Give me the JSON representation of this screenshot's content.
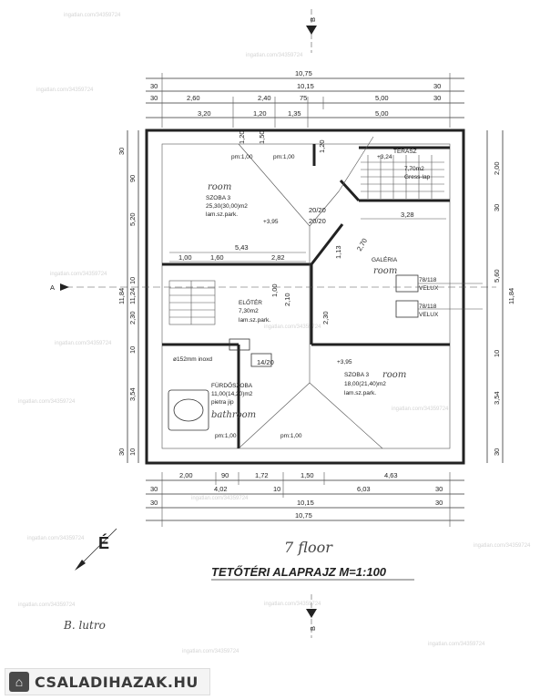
{
  "watermark": "ingatlan.com/34359724",
  "sections": {
    "north": "B",
    "south": "B",
    "west": "A"
  },
  "compass": "É",
  "title": "TETŐTÉRI ALAPRAJZ M=1:100",
  "handwriting": {
    "floor": "7 floor",
    "bottom": "B. lutro"
  },
  "dims_top": {
    "row1": [
      "30",
      "10,75",
      "30"
    ],
    "row2": [
      "30",
      "10,15",
      "30"
    ],
    "row3": [
      "2,60",
      "2,40",
      "75",
      "5,00"
    ],
    "row4": [
      "3,20",
      "1,20",
      "1,35",
      "5,00"
    ]
  },
  "dims_bottom": {
    "row1": [
      "2,00",
      "90",
      "1,72",
      "1,50",
      "4,63"
    ],
    "row2": [
      "30",
      "4,02",
      "10",
      "6,03",
      "30"
    ],
    "row3": [
      "30",
      "10,15",
      "30"
    ],
    "row4": [
      "10,75"
    ]
  },
  "dims_left": [
    "30",
    "90",
    "5,20",
    "11,84",
    "11,24",
    "10",
    "2,30",
    "10",
    "3,54",
    "30",
    "10"
  ],
  "dims_right": [
    "2,00",
    "30",
    "5,60",
    "11,84",
    "10",
    "3,54",
    "30"
  ],
  "dims_inner": [
    "1,00",
    "1,60",
    "2,82",
    "5,43",
    "3,28",
    "1,13",
    "2,70",
    "2,10",
    "1,00",
    "2,30",
    "20/20",
    "20/20",
    "1,20",
    "1,50",
    "1,20",
    "14/20"
  ],
  "rooms": [
    {
      "name": "SZOBA 3",
      "area": "25,30(30,00)m2",
      "floor": "lam.sz.park.",
      "level": "+3,95",
      "note": "room"
    },
    {
      "name": "TERASZ",
      "area": "7,70m2",
      "floor": "Gress-lap",
      "level": "+3,24"
    },
    {
      "name": "GALÉRIA",
      "note": "room"
    },
    {
      "name": "ELŐTÉR",
      "area": "7,30m2",
      "floor": "lam.sz.park."
    },
    {
      "name": "FÜRDŐSZOBA",
      "area": "11,00(14,20)m2",
      "floor": "pietra jip",
      "note": "bathroom"
    },
    {
      "name": "SZOBA 3",
      "area": "18,00(21,40)m2",
      "floor": "lam.sz.park.",
      "level": "+3,95",
      "note": "room"
    }
  ],
  "labels": {
    "pm_top_left": "pm:1,00",
    "pm_top_right": "pm:1,00",
    "pm_bottom_left": "pm:1,00",
    "pm_bottom_right": "pm:1,00",
    "chimney": "ø152mm inoxd",
    "velux1": "78/118",
    "velux1_b": "VELUX",
    "velux2": "78/118",
    "velux2_b": "VELUX",
    "level_mid": "+3,95"
  },
  "brand": {
    "name": "CSALADIHAZAK.HU",
    "icon": "house-icon"
  }
}
